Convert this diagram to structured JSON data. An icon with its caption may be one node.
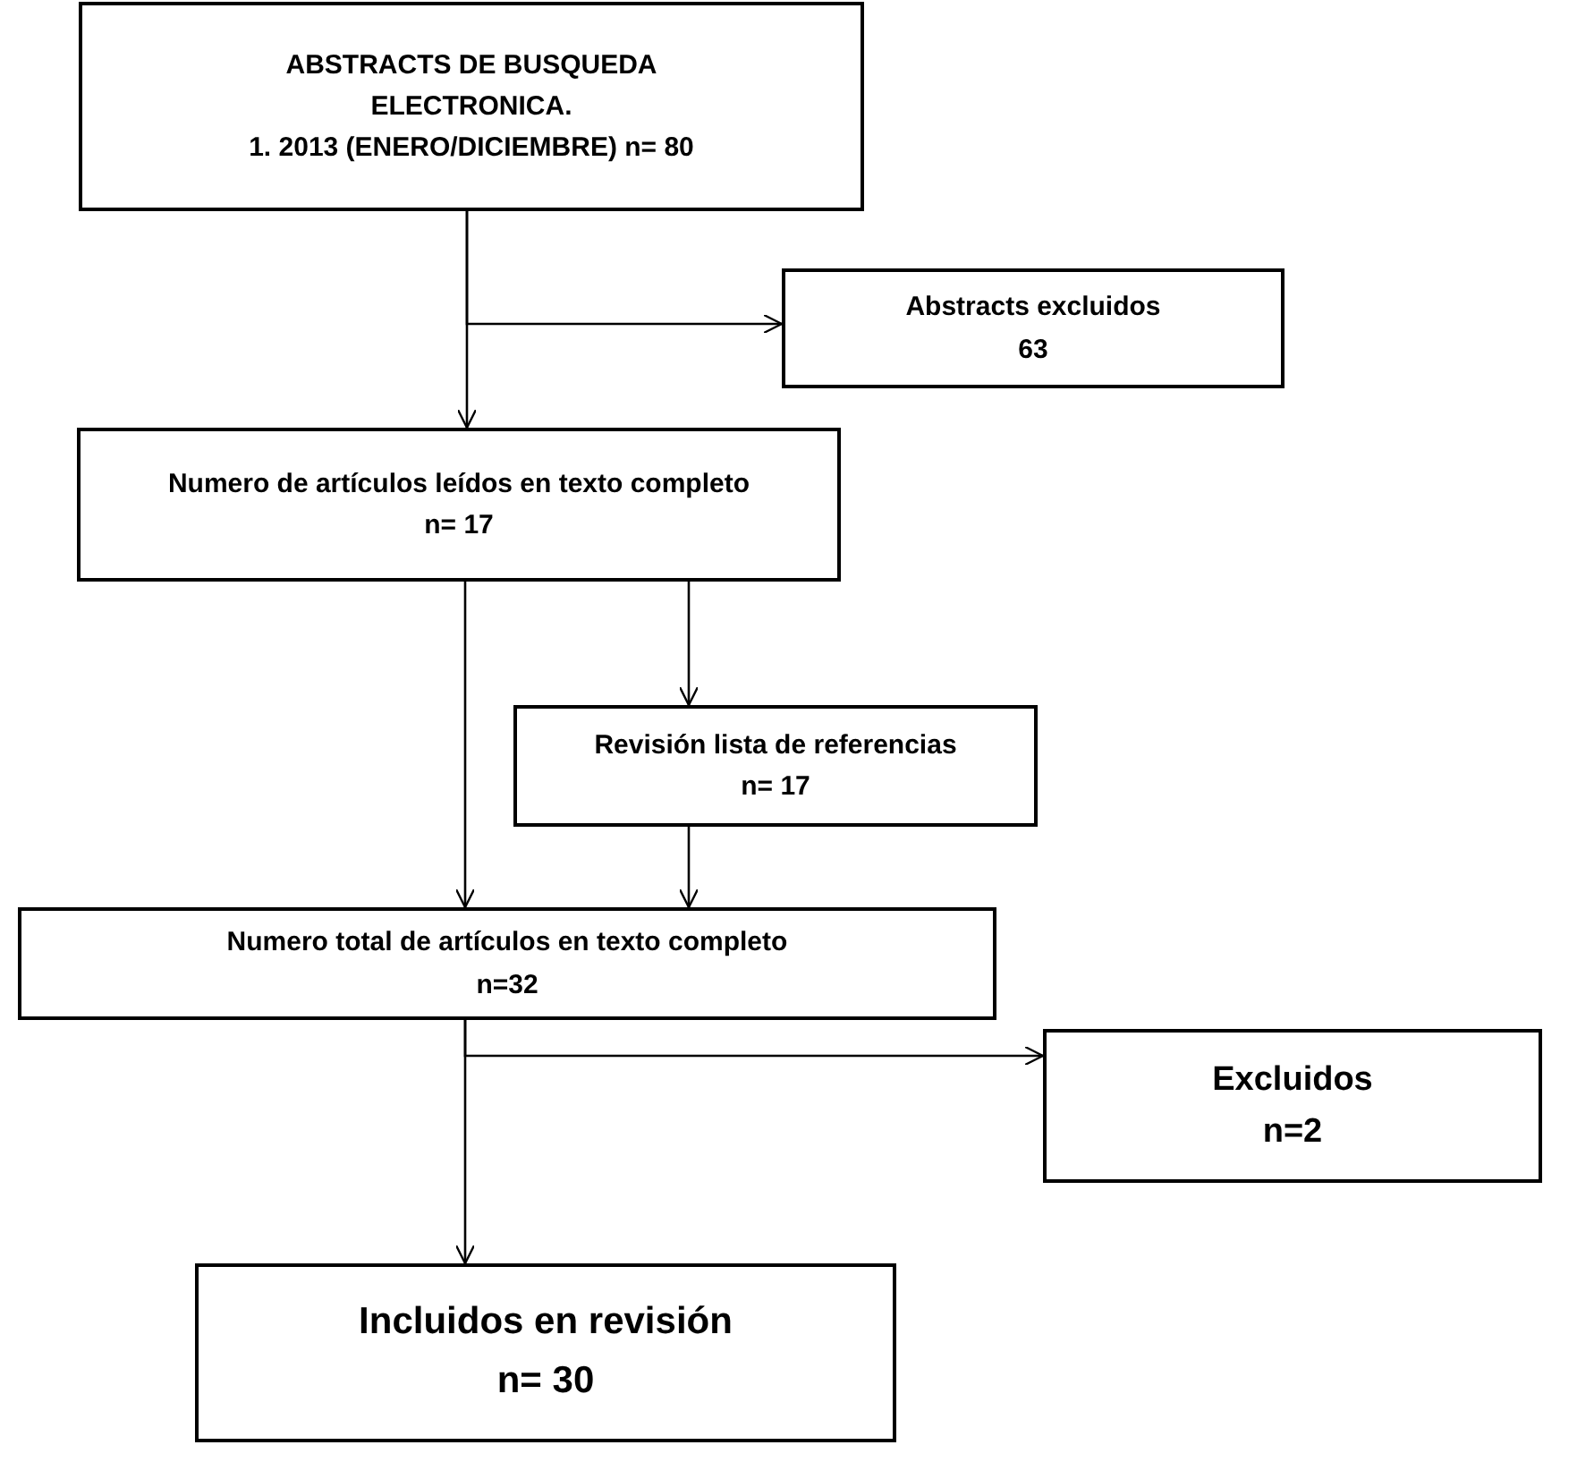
{
  "diagram": {
    "nodes": [
      {
        "text": [
          "ABSTRACTS DE BUSQUEDA ELECTRONICA.",
          "1. 2013 (ENERO/DICIEMBRE) n= 80"
        ]
      },
      {
        "text": [
          "Abstracts excluidos",
          "63"
        ]
      },
      {
        "text": [
          "Numero de artículos leídos en texto completo",
          "n= 17"
        ]
      },
      {
        "text": [
          "Revisión lista de referencias",
          "n= 17"
        ]
      },
      {
        "text": [
          "Numero total de artículos en texto completo",
          "n=32"
        ]
      },
      {
        "text": [
          "Excluidos",
          "n=2"
        ]
      },
      {
        "text": [
          "Incluidos en revisión",
          "n= 30"
        ]
      }
    ],
    "edges": [
      {
        "from": 0,
        "to": 2,
        "arrow": "to"
      },
      {
        "from": 0,
        "to": 1,
        "arrow": "to"
      },
      {
        "from": 2,
        "to": 4,
        "arrow": "to"
      },
      {
        "from": 2,
        "to": 3,
        "arrow": "to"
      },
      {
        "from": 3,
        "to": 4,
        "arrow": "to"
      },
      {
        "from": 4,
        "to": 6,
        "arrow": "to"
      },
      {
        "from": 4,
        "to": 5,
        "arrow": "to"
      }
    ]
  }
}
